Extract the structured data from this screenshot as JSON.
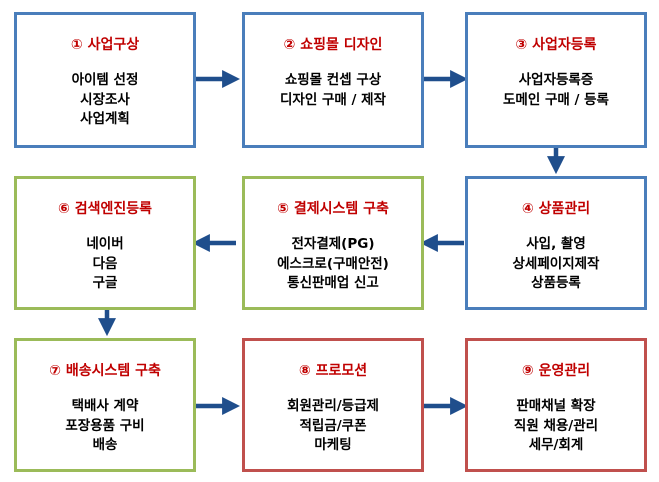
{
  "steps": [
    {
      "title": "① 사업구상",
      "lines": [
        "아이템 선정",
        "시장조사",
        "사업계획"
      ]
    },
    {
      "title": "② 쇼핑몰 디자인",
      "lines": [
        "쇼핑몰 컨셉 구상",
        "디자인 구매 / 제작"
      ]
    },
    {
      "title": "③ 사업자등록",
      "lines": [
        "사업자등록증",
        "도메인 구매 / 등록"
      ]
    },
    {
      "title": "④ 상품관리",
      "lines": [
        "사입, 촬영",
        "상세페이지제작",
        "상품등록"
      ]
    },
    {
      "title": "⑤ 결제시스템 구축",
      "lines": [
        "전자결제(PG)",
        "에스크로(구매안전)",
        "통신판매업 신고"
      ]
    },
    {
      "title": "⑥ 검색엔진등록",
      "lines": [
        "네이버",
        "다음",
        "구글"
      ]
    },
    {
      "title": "⑦ 배송시스템 구축",
      "lines": [
        "택배사 계약",
        "포장용품 구비",
        "배송"
      ]
    },
    {
      "title": "⑧ 프로모션",
      "lines": [
        "회원관리/등급제",
        "적립금/쿠폰",
        "마케팅"
      ]
    },
    {
      "title": "⑨ 운영관리",
      "lines": [
        "판매채널 확장",
        "직원 채용/관리",
        "세무/회계"
      ]
    }
  ],
  "colors": {
    "blue": "#4a7ebb",
    "green": "#9bbb59",
    "red": "#c0504d",
    "title": "#c00000",
    "arrow": "#1f4e8c"
  }
}
